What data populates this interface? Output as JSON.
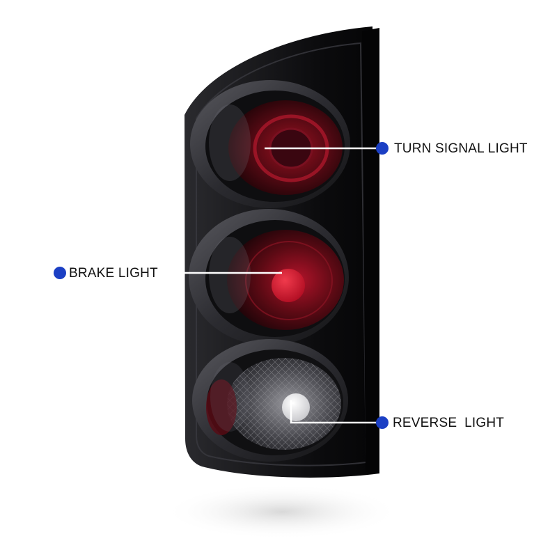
{
  "callouts": {
    "turn_signal": {
      "label": "TURN SIGNAL LIGHT"
    },
    "brake": {
      "label": "BRAKE LIGHT"
    },
    "reverse": {
      "label": "REVERSE  LIGHT"
    }
  },
  "colors": {
    "callout_dot": "#1b3fc4",
    "leader_line": "#ffffff",
    "housing": "#121214",
    "red_lens": "#7a0f18",
    "bulb_red": "#d3142a",
    "bulb_clear": "#e6e6e6"
  }
}
